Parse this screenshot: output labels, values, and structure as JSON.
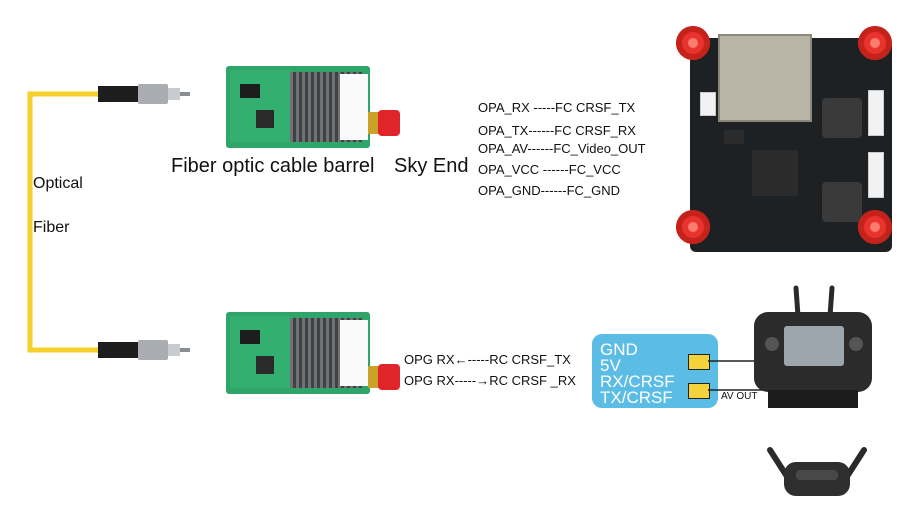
{
  "left_fiber": {
    "label_line1": "Optical",
    "label_line2": "Fiber",
    "cable_color": "#f5cf2a"
  },
  "captions": {
    "sky_barrel": "Fiber optic cable barrel",
    "sky_end": "Sky End"
  },
  "sky_wiring": [
    "OPA_RX -----FC CRSF_TX",
    "OPA_TX------FC CRSF_RX",
    "OPA_AV------FC_Video_OUT",
    "OPA_VCC ------FC_VCC",
    "OPA_GND------FC_GND"
  ],
  "ground_wiring": [
    "OPG RX←-----RC CRSF_TX",
    "OPG RX-----→RC CRSF _RX"
  ],
  "pinout": {
    "lines": [
      "GND",
      "5V",
      "RX/CRSF",
      "TX/CRSF"
    ],
    "av_out": "AV OUT",
    "color": "#5bbde6"
  },
  "colors": {
    "module_green": "#2fa569",
    "antenna_red": "#e0252a",
    "standoff_red": "#e8342c"
  }
}
